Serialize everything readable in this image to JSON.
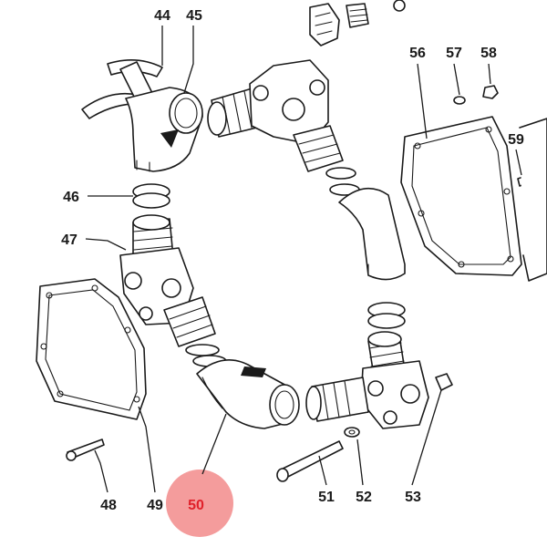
{
  "highlight_color": "#f28b8b",
  "highlight_text_color": "#e0202a",
  "callouts": [
    {
      "id": "44",
      "label": "44"
    },
    {
      "id": "45",
      "label": "45"
    },
    {
      "id": "46",
      "label": "46"
    },
    {
      "id": "47",
      "label": "47"
    },
    {
      "id": "48",
      "label": "48"
    },
    {
      "id": "49",
      "label": "49"
    },
    {
      "id": "50",
      "label": "50",
      "highlighted": true
    },
    {
      "id": "51",
      "label": "51"
    },
    {
      "id": "52",
      "label": "52"
    },
    {
      "id": "53",
      "label": "53"
    },
    {
      "id": "56",
      "label": "56"
    },
    {
      "id": "57",
      "label": "57"
    },
    {
      "id": "58",
      "label": "58"
    },
    {
      "id": "59",
      "label": "59"
    }
  ]
}
